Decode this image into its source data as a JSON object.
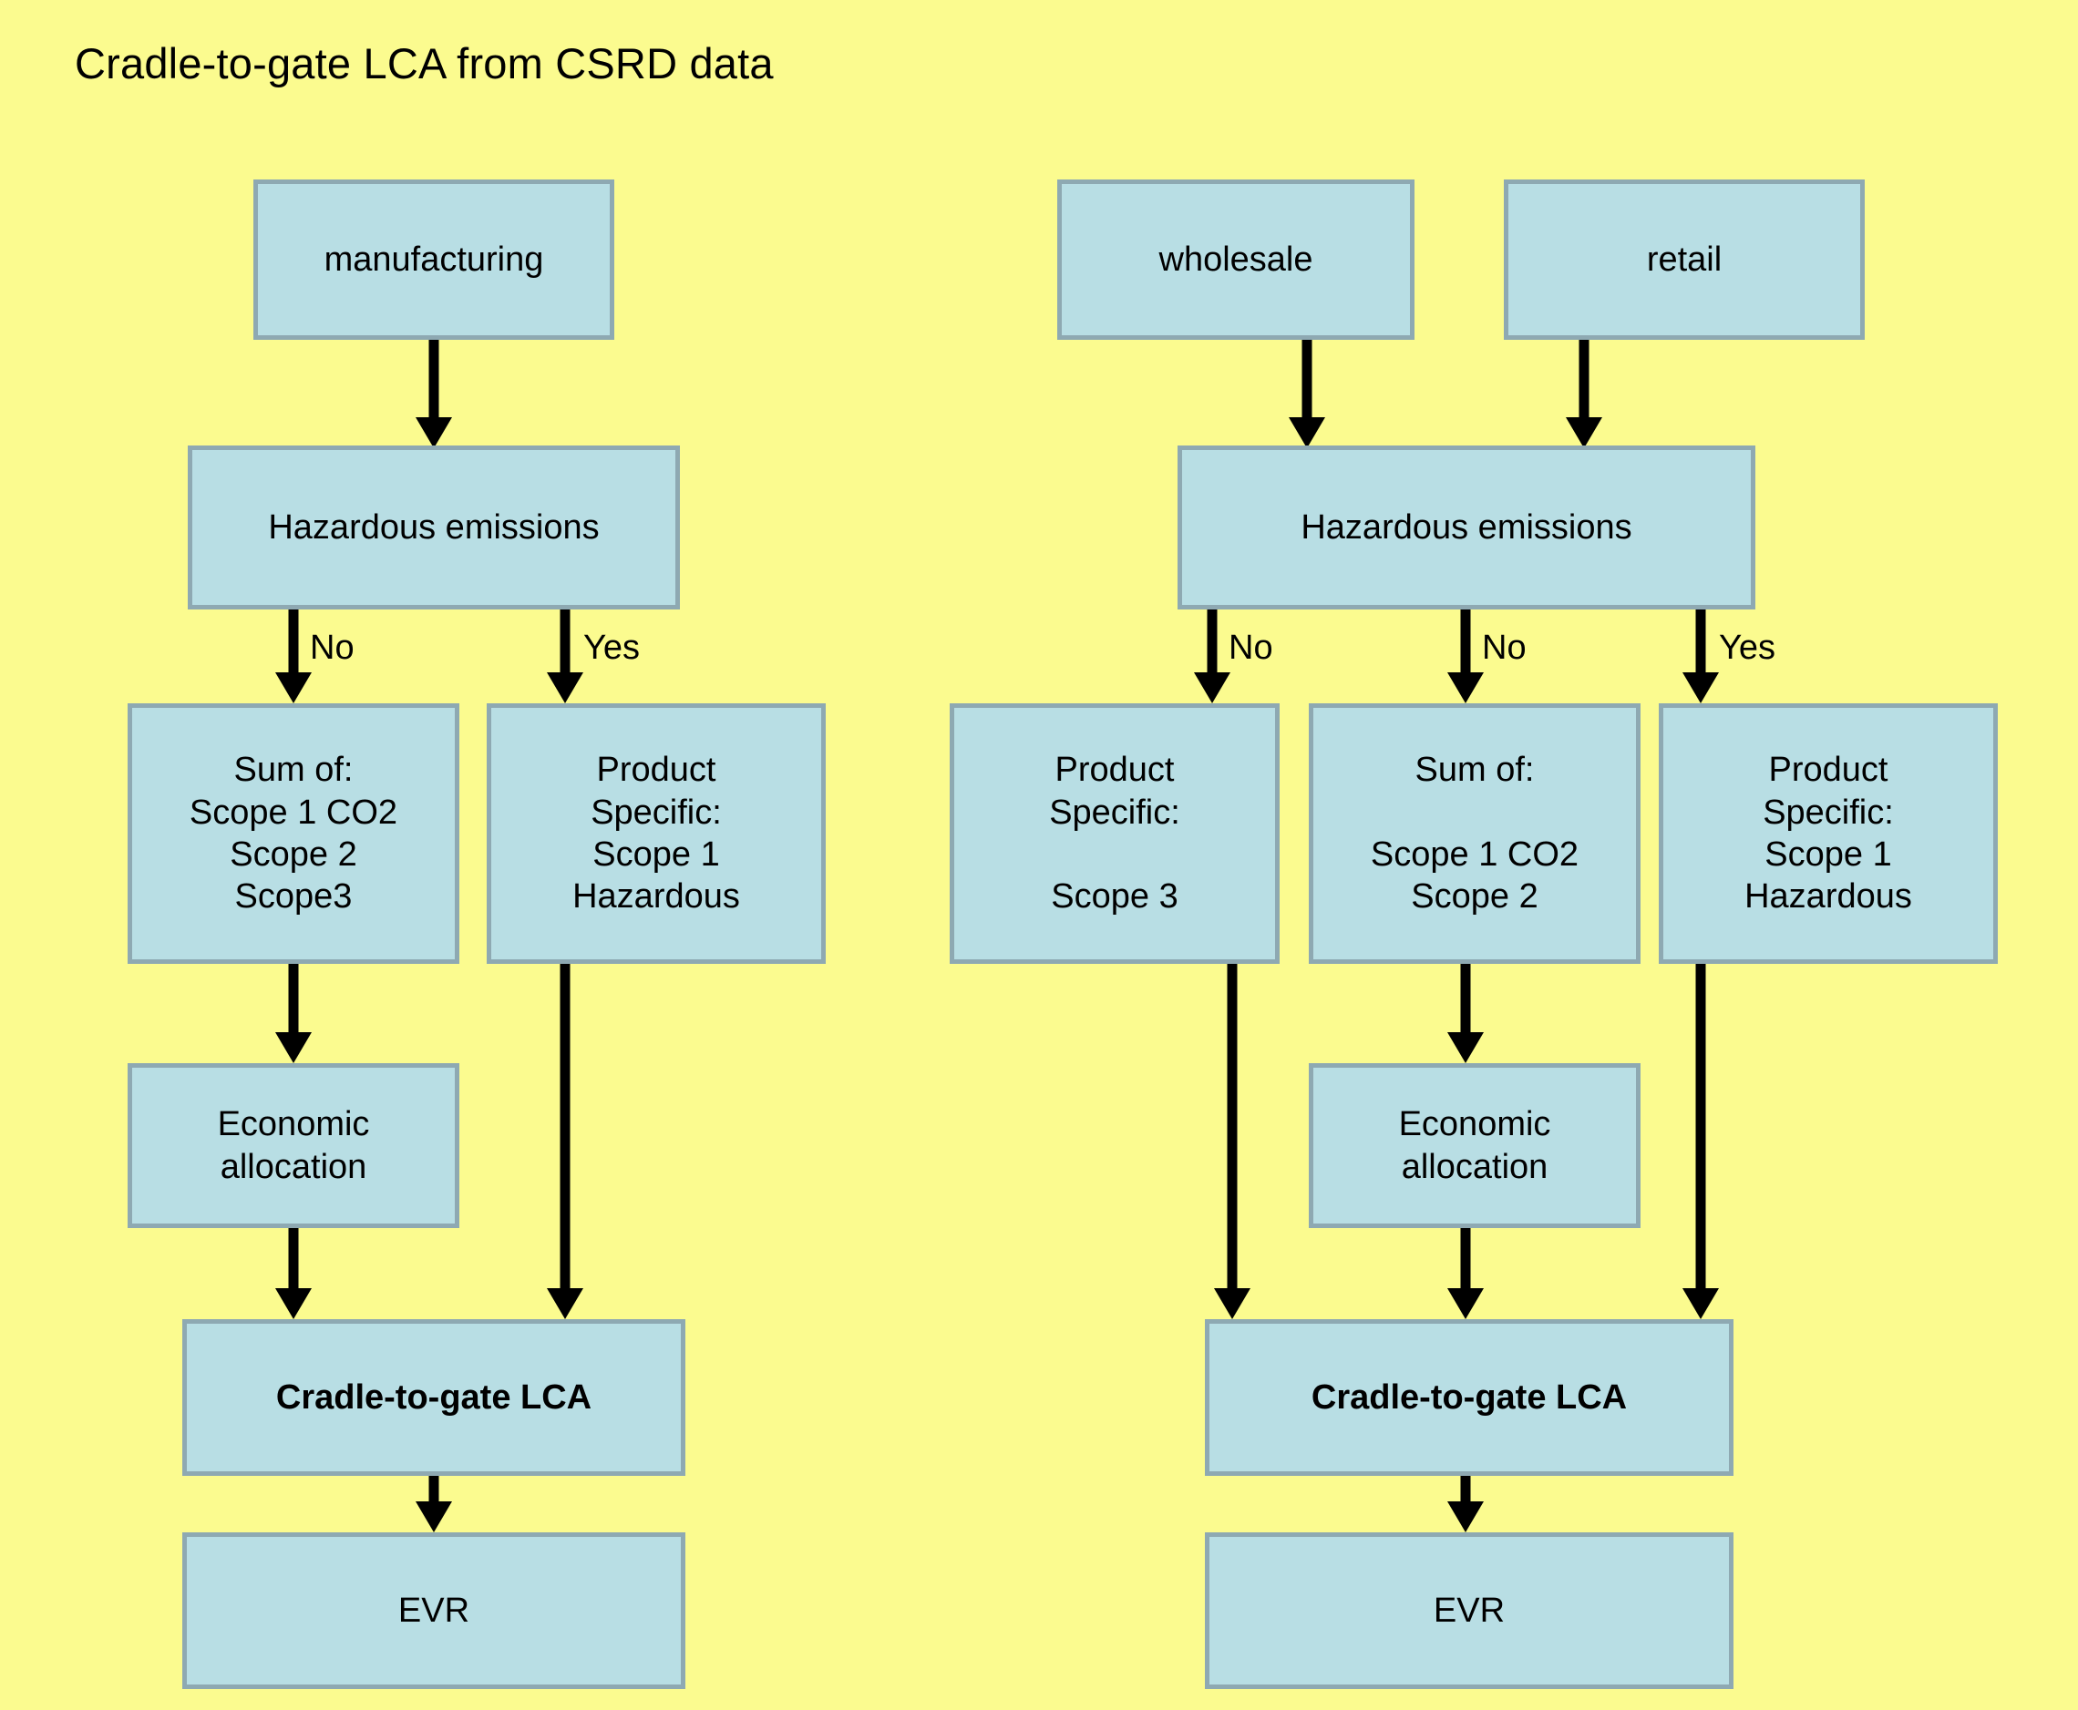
{
  "diagram": {
    "title": "Cradle-to-gate LCA from CSRD data",
    "background_color": "#fbfb8f",
    "node_fill_color": "#b8dee4",
    "node_border_color": "#8ea9b2",
    "arrow_color": "#000000",
    "type": "flowchart"
  },
  "left_branch": {
    "source": "manufacturing",
    "decision": "Hazardous emissions",
    "edge_labels": {
      "no": "No",
      "yes": "Yes"
    },
    "no_node": {
      "l1": "Sum of:",
      "l2": "Scope 1 CO2",
      "l3": "Scope 2",
      "l4": "Scope3"
    },
    "yes_node": {
      "l1": "Product",
      "l2": "Specific:",
      "l3": "Scope 1",
      "l4": "Hazardous"
    },
    "allocation": {
      "l1": "Economic",
      "l2": "allocation"
    },
    "result": "Cradle-to-gate LCA",
    "output": "EVR"
  },
  "right_branch": {
    "source_a": "wholesale",
    "source_b": "retail",
    "decision": "Hazardous emissions",
    "edge_labels": {
      "no_1": "No",
      "no_2": "No",
      "yes": "Yes"
    },
    "no1_node": {
      "l1": "Product",
      "l2": "Specific:",
      "l3": "",
      "l4": "Scope 3"
    },
    "no2_node": {
      "l1": "Sum of:",
      "l2": "",
      "l3": "Scope 1 CO2",
      "l4": "Scope 2"
    },
    "yes_node": {
      "l1": "Product",
      "l2": "Specific:",
      "l3": "Scope 1",
      "l4": "Hazardous"
    },
    "allocation": {
      "l1": "Economic",
      "l2": "allocation"
    },
    "result": "Cradle-to-gate LCA",
    "output": "EVR"
  }
}
